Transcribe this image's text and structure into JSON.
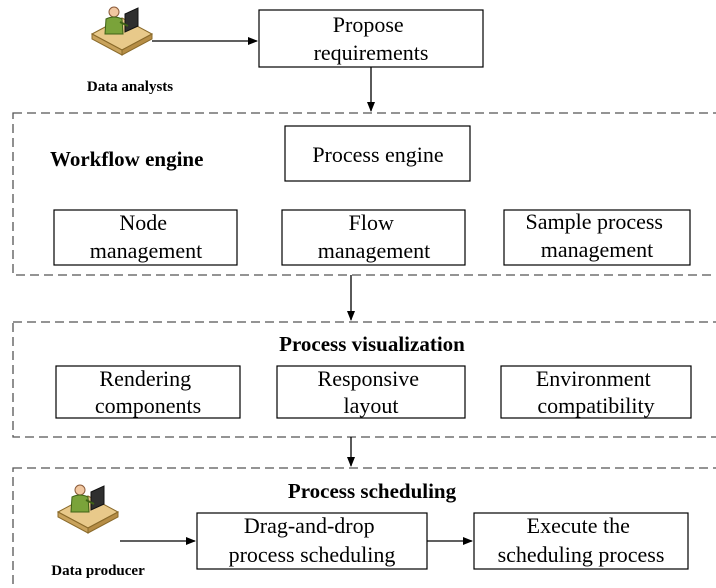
{
  "actors": {
    "analyst": {
      "label": "Data analysts",
      "icon": "user-at-computer-icon"
    },
    "producer": {
      "label": "Data producer",
      "icon": "user-at-computer-icon"
    }
  },
  "top": {
    "requirements": [
      "Propose",
      "requirements"
    ]
  },
  "workflow": {
    "title": "Workflow engine",
    "process_engine": [
      "Process engine"
    ],
    "node": [
      "Node",
      "management"
    ],
    "flow": [
      "Flow",
      "management"
    ],
    "sample": [
      "Sample process",
      "management"
    ]
  },
  "visualization": {
    "title": "Process visualization",
    "rendering": [
      "Rendering",
      "components"
    ],
    "responsive": [
      "Responsive",
      "layout"
    ],
    "environment": [
      "Environment",
      "compatibility"
    ]
  },
  "scheduling": {
    "title": "Process scheduling",
    "drag": [
      "Drag-and-drop",
      "process scheduling"
    ],
    "execute": [
      "Execute the",
      "scheduling process"
    ]
  },
  "colors": {
    "stroke": "#000000",
    "dash": "#555555",
    "desk": "#e8c98a",
    "person": "#7aa33a",
    "monitor": "#2f2f2f"
  }
}
